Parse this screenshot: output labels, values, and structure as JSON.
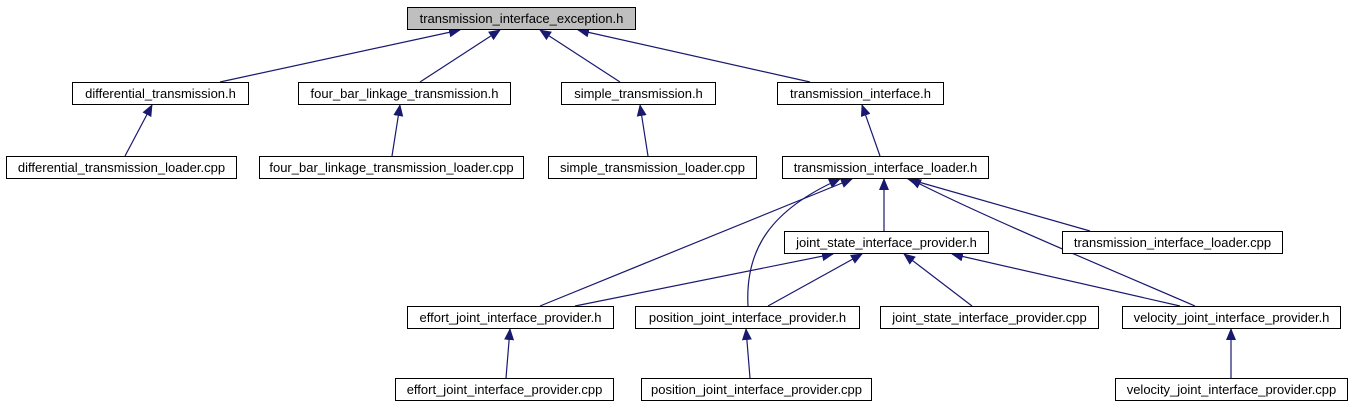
{
  "diagram": {
    "nodes": [
      {
        "id": "root",
        "label": "transmission_interface_exception.h",
        "highlighted": true
      },
      {
        "id": "diff_h",
        "label": "differential_transmission.h"
      },
      {
        "id": "fourbar_h",
        "label": "four_bar_linkage_transmission.h"
      },
      {
        "id": "simple_h",
        "label": "simple_transmission.h"
      },
      {
        "id": "ti_h",
        "label": "transmission_interface.h"
      },
      {
        "id": "diff_cpp",
        "label": "differential_transmission_loader.cpp"
      },
      {
        "id": "fourbar_cpp",
        "label": "four_bar_linkage_transmission_loader.cpp"
      },
      {
        "id": "simple_cpp",
        "label": "simple_transmission_loader.cpp"
      },
      {
        "id": "til_h",
        "label": "transmission_interface_loader.h"
      },
      {
        "id": "jsip_h",
        "label": "joint_state_interface_provider.h"
      },
      {
        "id": "til_cpp",
        "label": "transmission_interface_loader.cpp"
      },
      {
        "id": "ejip_h",
        "label": "effort_joint_interface_provider.h"
      },
      {
        "id": "pjip_h",
        "label": "position_joint_interface_provider.h"
      },
      {
        "id": "jsip_cpp",
        "label": "joint_state_interface_provider.cpp"
      },
      {
        "id": "vjip_h",
        "label": "velocity_joint_interface_provider.h"
      },
      {
        "id": "ejip_cpp",
        "label": "effort_joint_interface_provider.cpp"
      },
      {
        "id": "pjip_cpp",
        "label": "position_joint_interface_provider.cpp"
      },
      {
        "id": "vjip_cpp",
        "label": "velocity_joint_interface_provider.cpp"
      }
    ],
    "edges": [
      {
        "from": "diff_h",
        "to": "root"
      },
      {
        "from": "fourbar_h",
        "to": "root"
      },
      {
        "from": "simple_h",
        "to": "root"
      },
      {
        "from": "ti_h",
        "to": "root"
      },
      {
        "from": "diff_cpp",
        "to": "diff_h"
      },
      {
        "from": "fourbar_cpp",
        "to": "fourbar_h"
      },
      {
        "from": "simple_cpp",
        "to": "simple_h"
      },
      {
        "from": "til_h",
        "to": "ti_h"
      },
      {
        "from": "jsip_h",
        "to": "til_h"
      },
      {
        "from": "til_cpp",
        "to": "til_h"
      },
      {
        "from": "ejip_h",
        "to": "til_h"
      },
      {
        "from": "pjip_h",
        "to": "til_h"
      },
      {
        "from": "vjip_h",
        "to": "til_h"
      },
      {
        "from": "ejip_h",
        "to": "jsip_h"
      },
      {
        "from": "pjip_h",
        "to": "jsip_h"
      },
      {
        "from": "jsip_cpp",
        "to": "jsip_h"
      },
      {
        "from": "vjip_h",
        "to": "jsip_h"
      },
      {
        "from": "ejip_cpp",
        "to": "ejip_h"
      },
      {
        "from": "pjip_cpp",
        "to": "pjip_h"
      },
      {
        "from": "vjip_cpp",
        "to": "vjip_h"
      }
    ],
    "colors": {
      "edge": "#191970",
      "node_border": "#000000",
      "node_fill": "#ffffff",
      "highlight_fill": "#bfbfbf"
    }
  }
}
